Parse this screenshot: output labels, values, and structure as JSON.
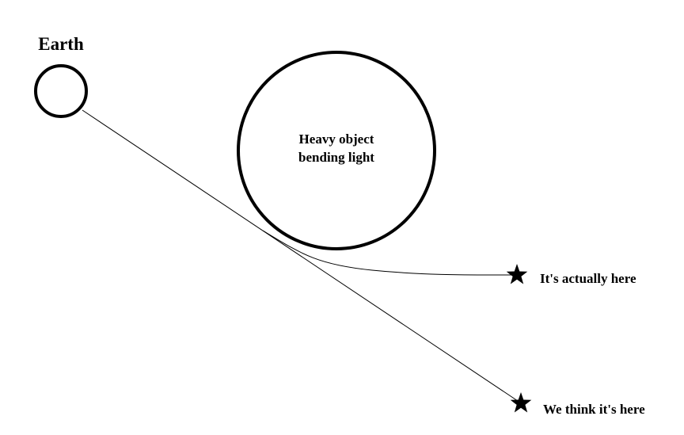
{
  "diagram": {
    "earth_label": "Earth",
    "heavy_object_label_line1": "Heavy object",
    "heavy_object_label_line2": "bending light",
    "actual_star_label": "It's actually here",
    "apparent_star_label": "We think it's here"
  },
  "colors": {
    "ink": "#000000",
    "background": "#ffffff"
  },
  "icons": {
    "star": "star-icon"
  }
}
